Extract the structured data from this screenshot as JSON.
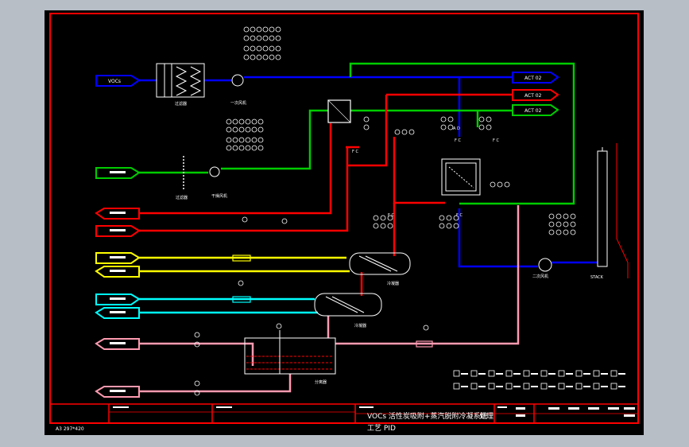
{
  "drawing": {
    "sheet_size": "A3 297*420",
    "title_main": "VOCs 活性炭吸附+蒸汽脱附冷凝系统",
    "title_sub": "工艺 PID",
    "title_tag": "处理"
  },
  "streams": {
    "vocs_in": "VOCs",
    "act_top": "ACT 02",
    "act_mid": "ACT 02",
    "act_low": "ACT 02"
  },
  "equipment": {
    "filter_label": "过滤器",
    "fan1_label": "一次风机",
    "fan2_label": "干燥风机",
    "fan3_label": "二次风机",
    "dryfilter_label": "过滤器",
    "cond1_label": "冷凝器",
    "cond2_label": "冷凝器",
    "tank_label": "分离器",
    "stack_label": "STACK",
    "fc1": "F C",
    "fc2": "F C",
    "fc3": "F C",
    "fc4": "F C",
    "fc5": "F C",
    "adsorber_tag": "A D"
  },
  "colors": {
    "frame": "#ff0000",
    "vocs_line": "#0000ff",
    "dry_air": "#00cc00",
    "steam": "#ff0000",
    "cooling_water_1": "#ffff00",
    "cooling_water_2": "#00ffff",
    "condensate": "#ff9ab0",
    "background": "#000000"
  }
}
